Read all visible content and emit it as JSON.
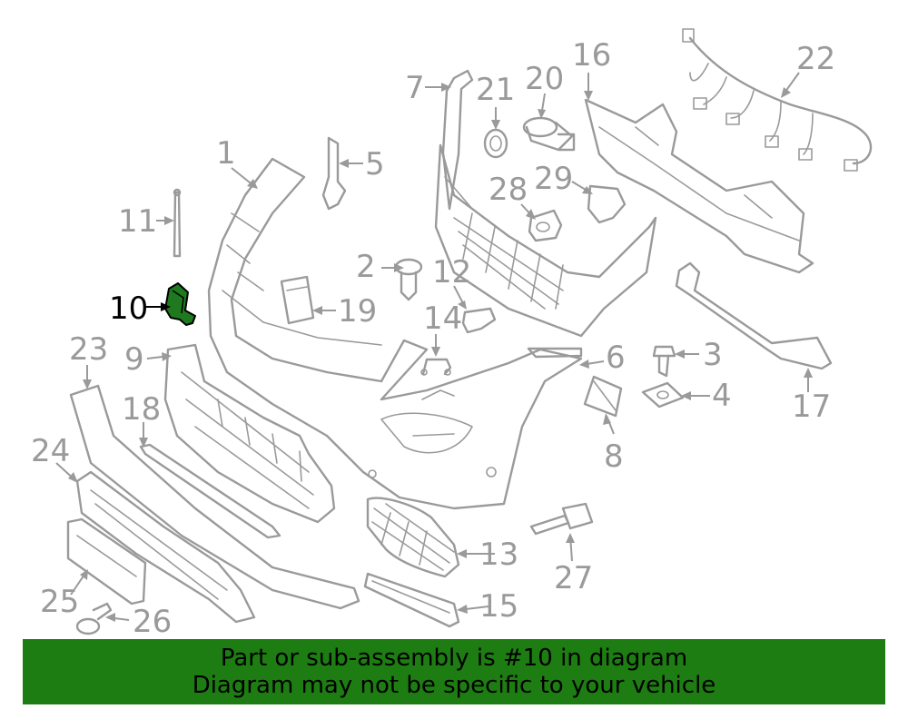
{
  "diagram": {
    "highlight_part": "10",
    "highlight_color": "#1f7a1f",
    "line_color": "#9a9a9a",
    "labels": {
      "p1": "1",
      "p2": "2",
      "p3": "3",
      "p4": "4",
      "p5": "5",
      "p6": "6",
      "p7": "7",
      "p8": "8",
      "p9": "9",
      "p10": "10",
      "p11": "11",
      "p12": "12",
      "p13": "13",
      "p14": "14",
      "p15": "15",
      "p16": "16",
      "p17": "17",
      "p18": "18",
      "p19": "19",
      "p20": "20",
      "p21": "21",
      "p22": "22",
      "p23": "23",
      "p24": "24",
      "p25": "25",
      "p26": "26",
      "p27": "27",
      "p28": "28",
      "p29": "29"
    }
  },
  "banner": {
    "line1": "Part or sub-assembly is #10 in diagram",
    "line2": "Diagram may not be specific to your vehicle",
    "color": "#1e7d12"
  }
}
